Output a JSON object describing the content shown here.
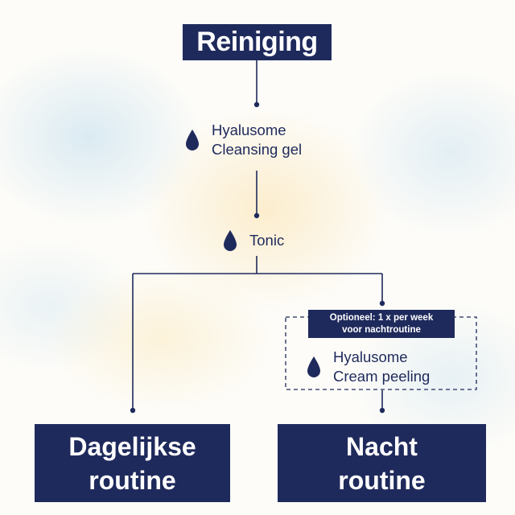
{
  "title": "Reiniging",
  "steps": {
    "cleansing": {
      "line1": "Hyalusome",
      "line2": "Cleansing gel",
      "icon": "drop-icon"
    },
    "tonic": {
      "label": "Tonic",
      "icon": "drop-icon"
    },
    "peeling": {
      "line1": "Hyalusome",
      "line2": "Cream peeling",
      "icon": "drop-icon"
    }
  },
  "optional_label": {
    "line1": "Optioneel: 1 x per week",
    "line2": "voor nachtroutine"
  },
  "outcomes": {
    "daily": {
      "line1": "Dagelijkse",
      "line2": "routine"
    },
    "night": {
      "line1": "Nacht",
      "line2": "routine"
    }
  },
  "colors": {
    "navy": "#1f2a5c",
    "white": "#ffffff"
  }
}
